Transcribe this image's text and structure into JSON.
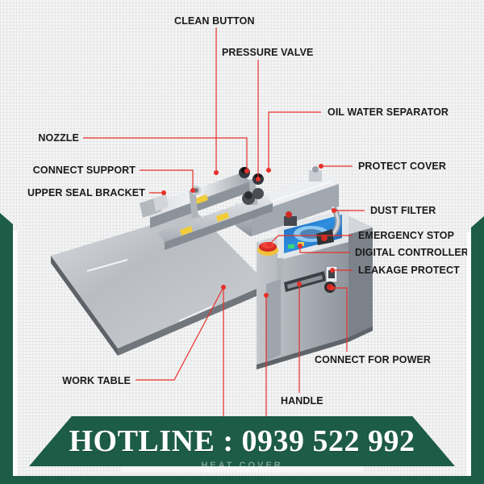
{
  "product": {
    "name": "vacuum-sealing-machine",
    "description": "Industrial stainless steel vacuum sealing machine, isometric view"
  },
  "callouts": [
    {
      "id": "clean-button",
      "label": "CLEAN BUTTON",
      "side": "top"
    },
    {
      "id": "pressure-valve",
      "label": "PRESSURE VALVE",
      "side": "top"
    },
    {
      "id": "oil-water-separator",
      "label": "OIL WATER SEPARATOR",
      "side": "right"
    },
    {
      "id": "protect-cover",
      "label": "PROTECT COVER",
      "side": "right"
    },
    {
      "id": "dust-filter",
      "label": "DUST FILTER",
      "side": "right"
    },
    {
      "id": "emergency-stop",
      "label": "EMERGENCY STOP",
      "side": "right"
    },
    {
      "id": "digital-controller",
      "label": "DIGITAL CONTROLLER",
      "side": "right"
    },
    {
      "id": "leakage-protect",
      "label": "LEAKAGE PROTECT",
      "side": "right"
    },
    {
      "id": "connect-for-power",
      "label": "CONNECT FOR POWER",
      "side": "bottom"
    },
    {
      "id": "handle",
      "label": "HANDLE",
      "side": "bottom"
    },
    {
      "id": "work-table",
      "label": "WORK TABLE",
      "side": "left"
    },
    {
      "id": "upper-seal-bracket",
      "label": "UPPER SEAL BRACKET",
      "side": "left"
    },
    {
      "id": "connect-support",
      "label": "CONNECT SUPPORT",
      "side": "left"
    },
    {
      "id": "nozzle",
      "label": "NOZZLE",
      "side": "left"
    }
  ],
  "banner": {
    "hotline_text": "HOTLINE : 0939 522 992",
    "watermark": "HEAT COVER"
  },
  "colors": {
    "brand_green": "#1d5c46",
    "leader_red": "#e8302a",
    "label_text": "#1a1a1a",
    "background": "#f4f4f4",
    "banner_text": "#ffffff"
  }
}
